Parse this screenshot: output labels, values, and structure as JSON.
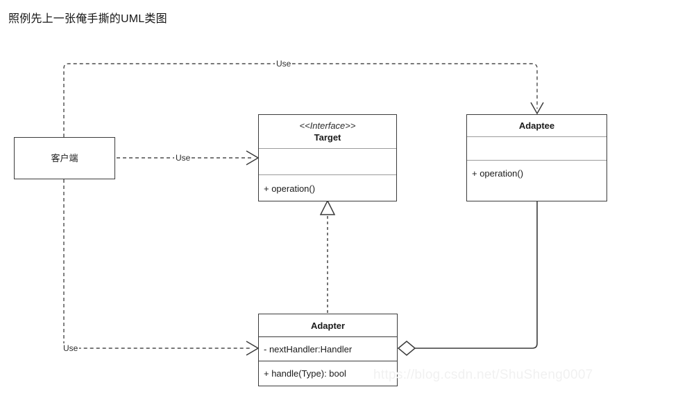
{
  "page": {
    "caption": "照例先上一张俺手撕的UML类图",
    "watermark": "https://blog.csdn.net/ShuSheng0007",
    "background_color": "#ffffff",
    "line_color": "#3a3a3a",
    "separator_color": "#9a9a9a"
  },
  "diagram": {
    "type": "uml-class-diagram",
    "pattern": "Adapter",
    "classes": [
      {
        "id": "client",
        "name": "客户端",
        "stereotype": "",
        "attributes": [],
        "operations": [],
        "single_compartment": true
      },
      {
        "id": "target",
        "name": "Target",
        "stereotype": "<<Interface>>",
        "attributes": [],
        "operations": [
          "+ operation()"
        ]
      },
      {
        "id": "adaptee",
        "name": "Adaptee",
        "stereotype": "",
        "attributes": [],
        "operations": [
          "+ operation()"
        ]
      },
      {
        "id": "adapter",
        "name": "Adapter",
        "stereotype": "",
        "attributes": [
          "- nextHandler:Handler"
        ],
        "operations": [
          "+ handle(Type): bool"
        ]
      }
    ],
    "relationships": [
      {
        "id": "client-uses-target",
        "from": "client",
        "to": "target",
        "kind": "dependency",
        "style": "dashed",
        "arrowhead": "open",
        "label": "Use"
      },
      {
        "id": "client-uses-adaptee",
        "from": "client",
        "to": "adaptee",
        "kind": "dependency",
        "style": "dashed",
        "arrowhead": "open",
        "label": "Use"
      },
      {
        "id": "client-uses-adapter",
        "from": "client",
        "to": "adapter",
        "kind": "dependency",
        "style": "dashed",
        "arrowhead": "open",
        "label": "Use"
      },
      {
        "id": "adapter-implements-target",
        "from": "adapter",
        "to": "target",
        "kind": "realization",
        "style": "dashed",
        "arrowhead": "hollow-triangle",
        "label": ""
      },
      {
        "id": "adapter-aggregates-adaptee",
        "from": "adapter",
        "to": "adaptee",
        "kind": "aggregation",
        "style": "solid",
        "arrowhead": "hollow-diamond",
        "label": ""
      }
    ]
  }
}
